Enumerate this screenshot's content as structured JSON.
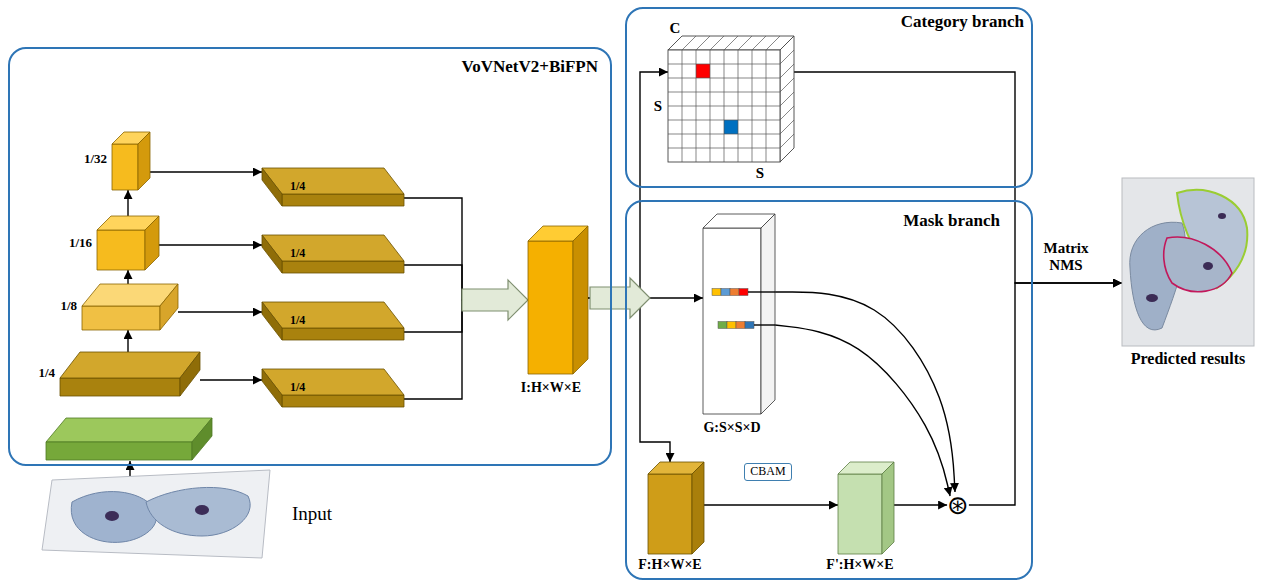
{
  "diagram": {
    "nodes": [
      {
        "text": [
          "VoVNetV2+BiFPN"
        ]
      },
      {
        "text": [
          "1/32"
        ],
        "in": 0
      },
      {
        "text": [
          "1/16"
        ],
        "in": 0
      },
      {
        "text": [
          "1/8"
        ],
        "in": 0
      },
      {
        "text": [
          "1/4"
        ],
        "in": 0
      },
      {
        "text": [
          "1/4"
        ],
        "in": 0
      },
      {
        "text": [
          "1/4"
        ],
        "in": 0
      },
      {
        "text": [
          "1/4"
        ],
        "in": 0
      },
      {
        "text": [
          "1/4"
        ],
        "in": 0
      },
      {
        "text": [
          "Input"
        ]
      },
      {
        "text": [
          "I:H×W×E"
        ]
      },
      {
        "text": [
          "Category branch"
        ]
      },
      {
        "text": [
          "C",
          "S",
          "S"
        ],
        "in": 11
      },
      {
        "text": [
          "Mask branch"
        ]
      },
      {
        "text": [
          "G:S×S×D"
        ],
        "in": 13
      },
      {
        "text": [
          "F:H×W×E"
        ],
        "in": 13
      },
      {
        "text": [
          "CBAM"
        ],
        "in": 13
      },
      {
        "text": [
          "F':H×W×E"
        ],
        "in": 13
      },
      {
        "text": [
          "⊛"
        ],
        "in": 13
      },
      {
        "text": [
          "Predicted results"
        ]
      }
    ],
    "edges": [
      {
        "from": 4,
        "to": 3,
        "arrow": "to"
      },
      {
        "from": 3,
        "to": 2,
        "arrow": "to"
      },
      {
        "from": 2,
        "to": 1,
        "arrow": "to"
      },
      {
        "from": 1,
        "to": 5,
        "arrow": "to"
      },
      {
        "from": 2,
        "to": 6,
        "arrow": "to"
      },
      {
        "from": 3,
        "to": 7,
        "arrow": "to"
      },
      {
        "from": 4,
        "to": 8,
        "arrow": "to"
      },
      {
        "from": 5,
        "to": 10,
        "arrow": "to"
      },
      {
        "from": 6,
        "to": 10,
        "arrow": "to"
      },
      {
        "from": 7,
        "to": 10,
        "arrow": "to"
      },
      {
        "from": 8,
        "to": 10,
        "arrow": "to"
      },
      {
        "from": 10,
        "to": 12,
        "arrow": "to"
      },
      {
        "from": 10,
        "to": 14,
        "arrow": "to"
      },
      {
        "from": 10,
        "to": 15,
        "arrow": "to"
      },
      {
        "from": 15,
        "to": 17,
        "arrow": "to"
      },
      {
        "from": 14,
        "to": 18,
        "arrow": "to"
      },
      {
        "from": 14,
        "to": 18,
        "arrow": "to"
      },
      {
        "from": 17,
        "to": 18,
        "arrow": "to"
      },
      {
        "from": 12,
        "to": 19,
        "arrow": "to"
      },
      {
        "from": 18,
        "to": 19,
        "arrow": "to",
        "label": "Matrix NMS"
      }
    ]
  }
}
